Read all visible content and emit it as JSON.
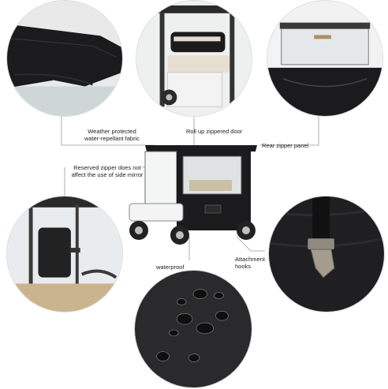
{
  "labels": {
    "weather_line1": "Weather protected",
    "weather_line2": "water-repellant fabric",
    "roll_up": "Roll up zippered door",
    "rear_zipper": "Rear zipper panel",
    "reserved_line1": "Reserved zipper does not",
    "reserved_line2": "affect the use of side mirror",
    "waterproof": "waterproof",
    "attachment_line1": "Attachment",
    "attachment_line2": "hooks"
  },
  "photos": {
    "fabric_detail": "fabric-closeup",
    "door_detail": "zippered-door-closeup",
    "rear_detail": "rear-panel-closeup",
    "mirror_detail": "side-mirror-closeup",
    "hook_detail": "attachment-hook-closeup",
    "water_detail": "water-droplets-closeup",
    "main_product": "golf-cart-enclosure"
  },
  "colors": {
    "cover_black": "#1b1b1d",
    "line_gray": "#9a9a9a",
    "text": "#222222"
  }
}
